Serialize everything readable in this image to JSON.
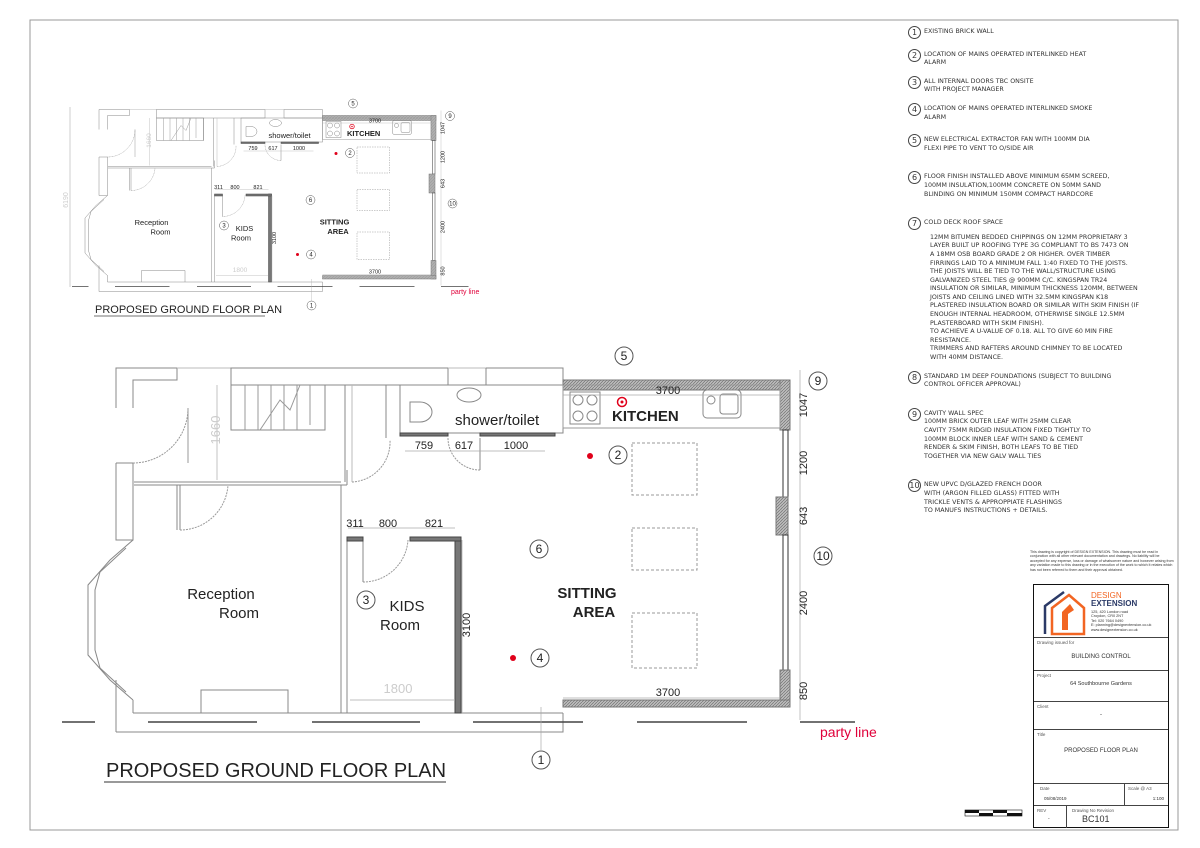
{
  "plan": {
    "title": "PROPOSED GROUND FLOOR PLAN",
    "party_line": "party line",
    "rooms": {
      "kitchen": "KITCHEN",
      "shower": "shower/toilet",
      "sitting_1": "SITTING",
      "sitting_2": "AREA",
      "reception_1": "Reception",
      "reception_2": "Room",
      "kids_1": "KIDS",
      "kids_2": "Room"
    },
    "dims": {
      "kitchen_top": "3700",
      "sitting_bottom": "3700",
      "d759": "759",
      "d617": "617",
      "d1000": "1000",
      "d311": "311",
      "d800": "800",
      "d821": "821",
      "d1660": "1660",
      "d1800": "1800",
      "d3100": "3100",
      "r1047": "1047",
      "r1200": "1200",
      "r643": "643",
      "r2400": "2400",
      "r850": "850",
      "overall": "6190"
    },
    "callouts": [
      "1",
      "2",
      "3",
      "4",
      "5",
      "6",
      "9",
      "10"
    ]
  },
  "small_plan_title": "PROPOSED GROUND FLOOR PLAN",
  "notes": [
    {
      "num": "1",
      "text": "EXISTING BRICK WALL"
    },
    {
      "num": "2",
      "text": "LOCATION OF MAINS  OPERATED INTERLINKED HEAT\nALARM"
    },
    {
      "num": "3",
      "text": "ALL INTERNAL DOORS TBC ONSITE\nWITH PROJECT MANAGER"
    },
    {
      "num": "4",
      "text": "LOCATION OF MAINS  OPERATED INTERLINKED SMOKE\nALARM"
    },
    {
      "num": "5",
      "text": "NEW ELECTRICAL EXTRACTOR FAN WITH 100MM DIA\nFLEXI PIPE TO VENT TO O/SIDE AIR"
    },
    {
      "num": "6",
      "text": "FLOOR FINISH INSTALLED ABOVE MINIMUM 65mm SCREED,\n100MM  INSULATION,100mm CONCRETE ON 50mm SAND\nBLINDING ON MINIMUM 150mm COMPACT HARDCORE"
    },
    {
      "num": "7",
      "text": "COLD DECK ROOF SPACE"
    },
    {
      "num": "",
      "text": "12MM BITUMEN BEDDED CHIPPINGS ON 12MM PROPRIETARY 3\nLAYER BUILT UP ROOFING TYPE 3G COMPLIANT TO BS 7473 ON\nA 18MM OSB BOARD GRADE 2 OR HIGHER. OVER TIMBER\nFIRRINGS LAID TO A MINIMUM FALL 1:40 FIXED TO THE JOISTS.\nTHE JOISTS WILL BE TIED TO THE WALL/STRUCTURE USING\nGALVANIZED STEEL TIES @ 900MM C/C. KINGSPAN TR24\nINSULATION OR SIMILAR, MINIMUM THICKNESS 120MM, BETWEEN\nJOISTS AND CEILING LINED WITH 32.5MM KINGSPAN K18\nPLASTERED INSULATION BOARD OR SIMILAR WITH SKIM FINISH (IF\nENOUGH INTERNAL HEADROOM, OTHERWISE SINGLE 12.5MM\nPLASTERBOARD WITH SKIM FINISH).\nTO ACHIEVE A U-VALUE OF 0.18. ALL  TO GIVE 60 MIN FIRE\nRESISTANCE.\nTRIMMERS AND RAFTERS AROUND CHIMNEY TO BE LOCATED\nWITH 40MM DISTANCE."
    },
    {
      "num": "8",
      "text": "STANDARD 1M DEEP FOUNDATIONS (SUBJECT TO BUILDING\nCONTROL OFFICER APPROVAL)"
    },
    {
      "num": "9",
      "text": "CAVITY WALL SPEC\n100MM BRICK OUTER LEAF WITH 25MM CLEAR\nCAVITY 75MM RIDGID INSULATION FIXED TIGHTLY TO\n100MM BLOCK INNER LEAF WITH SAND & CEMENT\nRENDER & SKIM FINISH, BOTH LEAFS TO BE TIED\nTOGETHER VIA NEW GALV WALL TIES"
    },
    {
      "num": "10",
      "text": "NEW  UPVC D/GLAZED   FRENCH DOOR\nWITH   (ARGON FILLED GLASS) FITTED  WITH\nTRICKLE VENTS & APPROPPIATE FLASHINGS\nTO MANUFS INSTRUCTIONS + DETAILS."
    }
  ],
  "copyright": "This drawing is copyright of DESIGN EXTENSION. This drawing must be read in conjunction with all other relevant documentation and drawings. No liability will be accepted for any expense, loss or damage of whatsoever nature and however arising from any variation made to this drawing or in the execution of the work to which it relates which has not been referred to them and their approval obtained.",
  "title_block": {
    "brand_1": "DESIGN",
    "brand_2": "EXTENSION",
    "address": [
      "125, 420 London road",
      "Croydon, CR0 2NT",
      "Tel: 020 7664 0490",
      "E: planning@designextension.co.uk",
      "www.designextension.co.uk"
    ],
    "issued_label": "Drawing issued for",
    "issued_value": "BUILDING CONTROL",
    "project_label": "Project",
    "project_value": "64 Southbourne Gardens",
    "client_label": "Client",
    "client_value": "-",
    "title_label": "Title",
    "title_value": "PROPOSED FLOOR PLAN",
    "date_label": "Date",
    "date_value": "05/08/2019",
    "scale_label": "Scale @ A3",
    "scale_value": "1:100",
    "rev_label": "REV",
    "rev_value": "-",
    "drawing_no_label": "Drawing No Revision",
    "drawing_no_value": "BC101"
  },
  "colors": {
    "brand_orange": "#f26522",
    "brand_navy": "#2b3a67",
    "alarm_red": "#e0001a",
    "party_line": "#e0003a"
  }
}
